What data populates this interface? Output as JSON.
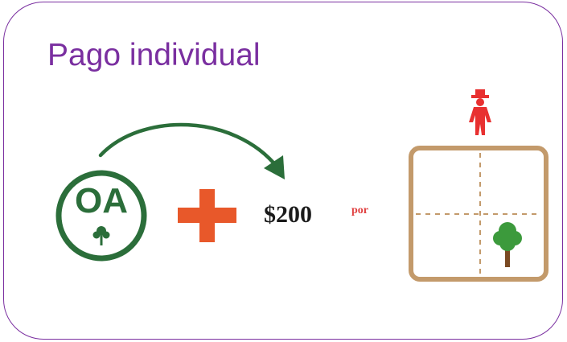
{
  "title": "Pago individual",
  "oa_badge": {
    "label": "OA",
    "icon": "tree-icon"
  },
  "plus_icon": "plus-icon",
  "amount": "$200",
  "per_label": "por",
  "plot": {
    "icon_person": "person-icon",
    "icon_tree": "tree-icon"
  },
  "colors": {
    "title": "#7a2fa0",
    "frame_border": "#7a2fa0",
    "green": "#2b6e3a",
    "plus": "#e8582a",
    "amount": "#1a1a1a",
    "per_label": "#e04040",
    "plot_border": "#c39a6b",
    "person": "#e83030",
    "tree_canopy": "#3c9a3c",
    "tree_trunk": "#7a4a22"
  }
}
